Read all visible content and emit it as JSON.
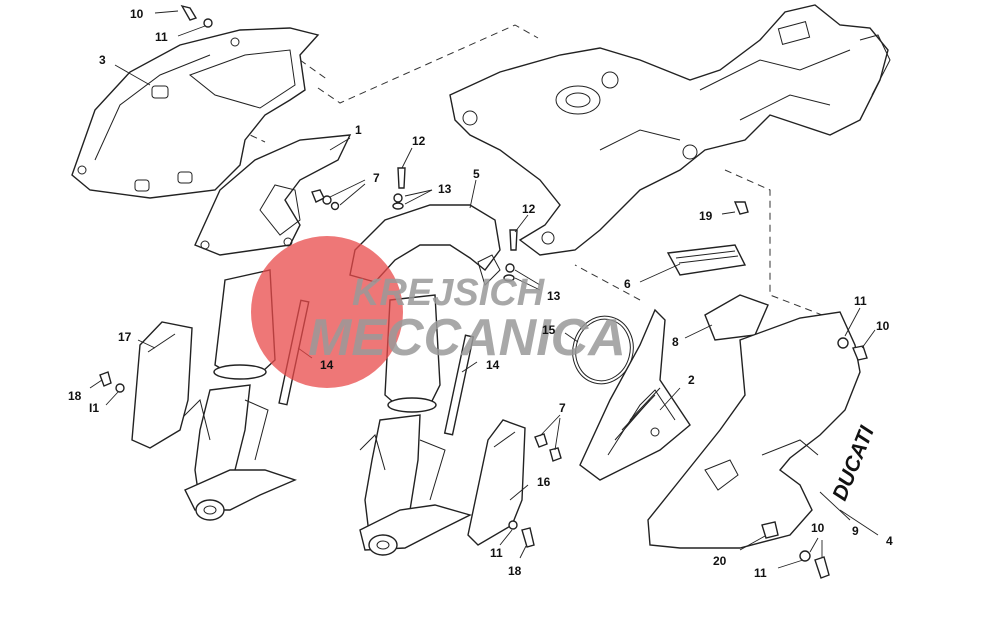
{
  "watermark": {
    "line1": "KREJSICH",
    "line2": "MECCANICA",
    "circle_color": "#e84a4a"
  },
  "brand_decal": "DUCATI",
  "callouts": [
    {
      "id": "c10a",
      "text": "10"
    },
    {
      "id": "c11a",
      "text": "11"
    },
    {
      "id": "c3",
      "text": "3"
    },
    {
      "id": "c1",
      "text": "1"
    },
    {
      "id": "c12a",
      "text": "12"
    },
    {
      "id": "c7a",
      "text": "7"
    },
    {
      "id": "c13a",
      "text": "13"
    },
    {
      "id": "c5",
      "text": "5"
    },
    {
      "id": "c12b",
      "text": "12"
    },
    {
      "id": "c19",
      "text": "19"
    },
    {
      "id": "c13b",
      "text": "13"
    },
    {
      "id": "c6",
      "text": "6"
    },
    {
      "id": "c11b",
      "text": "11"
    },
    {
      "id": "c10b",
      "text": "10"
    },
    {
      "id": "c15",
      "text": "15"
    },
    {
      "id": "c8",
      "text": "8"
    },
    {
      "id": "c17",
      "text": "17"
    },
    {
      "id": "c14a",
      "text": "14"
    },
    {
      "id": "c14b",
      "text": "14"
    },
    {
      "id": "c18a",
      "text": "18"
    },
    {
      "id": "c11c",
      "text": "I1"
    },
    {
      "id": "c2",
      "text": "2"
    },
    {
      "id": "c7b",
      "text": "7"
    },
    {
      "id": "c16",
      "text": "16"
    },
    {
      "id": "c9",
      "text": "9"
    },
    {
      "id": "c4",
      "text": "4"
    },
    {
      "id": "c10c",
      "text": "10"
    },
    {
      "id": "c11d",
      "text": "11"
    },
    {
      "id": "c18b",
      "text": "18"
    },
    {
      "id": "c20",
      "text": "20"
    },
    {
      "id": "c11e",
      "text": "11"
    }
  ]
}
